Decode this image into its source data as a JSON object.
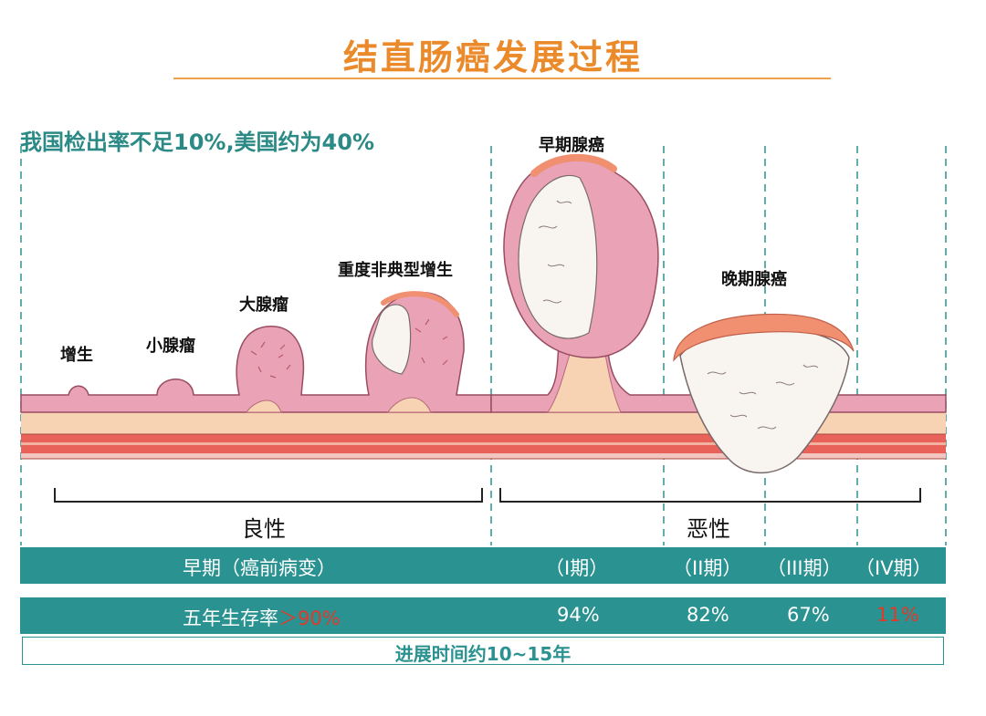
{
  "title": "结直肠癌发展过程",
  "detection_note": "我国检出率不足10%,美国约为40%",
  "stages": {
    "hyperplasia": "增生",
    "small_adenoma": "小腺瘤",
    "large_adenoma": "大腺瘤",
    "severe_dysplasia": "重度非典型增生",
    "early_adenocarcinoma": "早期腺癌",
    "late_adenocarcinoma": "晚期腺癌"
  },
  "groups": {
    "benign": "良性",
    "malignant": "恶性"
  },
  "phase_row": {
    "early": "早期（癌前病变）",
    "stage1": "（I期）",
    "stage2": "（II期）",
    "stage3": "（III期）",
    "stage4": "（IV期）"
  },
  "survival_row": {
    "label": "五年生存率",
    "early_value": "＞90%",
    "stage1": "94%",
    "stage2": "82%",
    "stage3": "67%",
    "stage4": "11%"
  },
  "timeline": "进展时间约10~15年",
  "colors": {
    "title": "#ea8a2a",
    "teal": "#2a9290",
    "highlight_red": "#e23a2a",
    "mucosa_pink": "#e9a2b6",
    "submucosa_peach": "#f7d3b4",
    "muscle_red": "#e8625a",
    "tumor_white": "#f8f5f1",
    "tumor_rim_orange": "#f09070"
  }
}
